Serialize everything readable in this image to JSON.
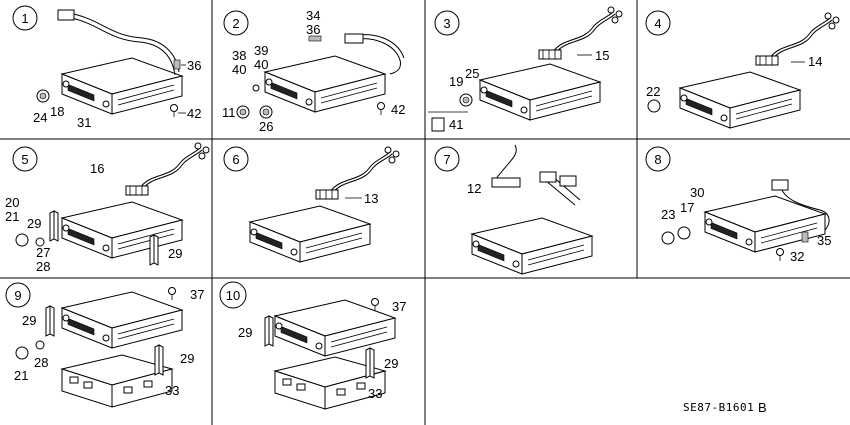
{
  "diagram_code": "SE87-B1601",
  "diagram_code_suffix": "B",
  "panels": [
    {
      "number": "1",
      "callouts": [
        "36",
        "24",
        "18",
        "31",
        "42"
      ]
    },
    {
      "number": "2",
      "callouts": [
        "34",
        "36",
        "38",
        "40",
        "39",
        "40",
        "11",
        "26",
        "42"
      ]
    },
    {
      "number": "3",
      "callouts": [
        "15",
        "19",
        "25",
        "41"
      ]
    },
    {
      "number": "4",
      "callouts": [
        "14",
        "22"
      ]
    },
    {
      "number": "5",
      "callouts": [
        "16",
        "20",
        "21",
        "29",
        "27",
        "28",
        "29"
      ]
    },
    {
      "number": "6",
      "callouts": [
        "13"
      ]
    },
    {
      "number": "7",
      "callouts": [
        "12"
      ]
    },
    {
      "number": "8",
      "callouts": [
        "30",
        "17",
        "23",
        "35",
        "32"
      ]
    },
    {
      "number": "9",
      "callouts": [
        "37",
        "29",
        "29",
        "21",
        "28",
        "33"
      ]
    },
    {
      "number": "10",
      "callouts": [
        "37",
        "29",
        "29",
        "33"
      ]
    }
  ]
}
